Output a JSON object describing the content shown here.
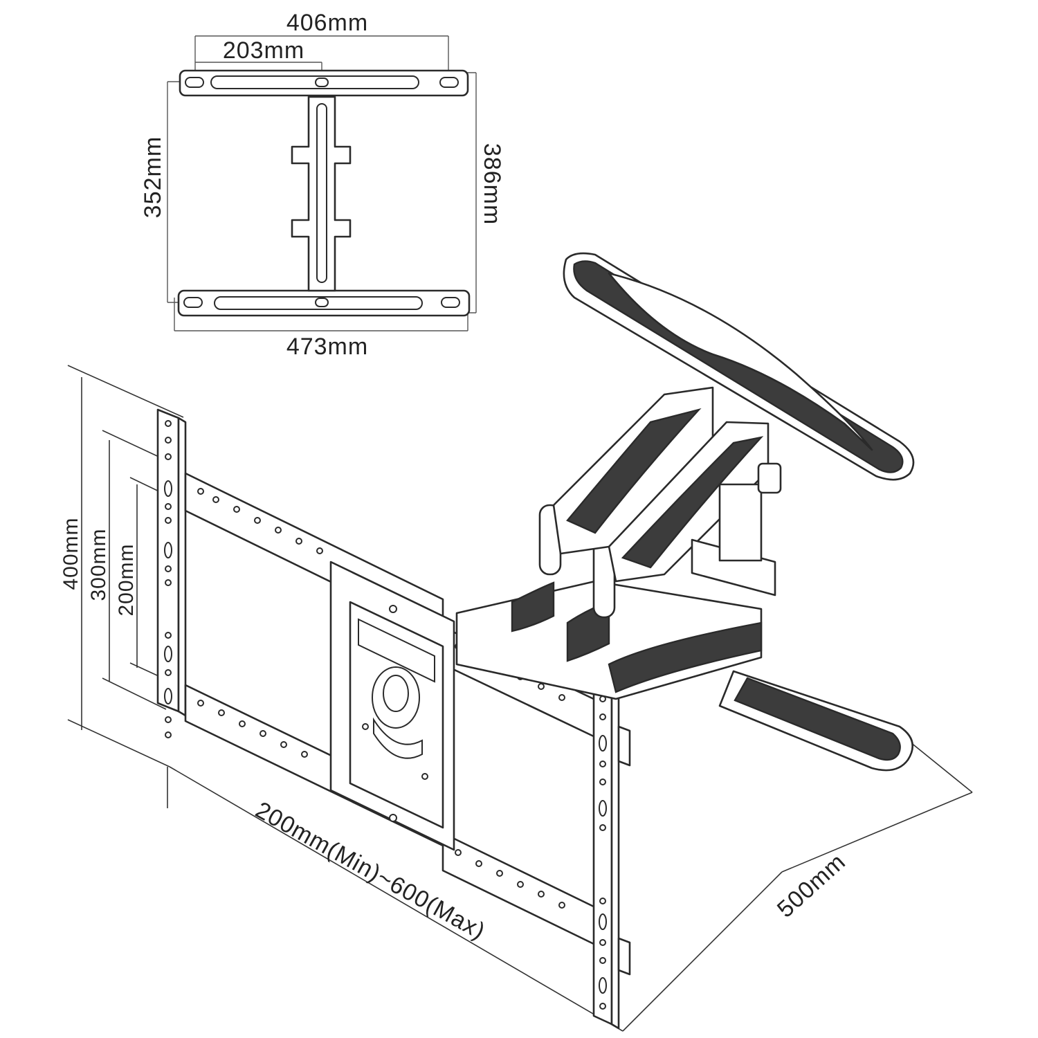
{
  "top_view": {
    "width_outer": "406mm",
    "width_inner": "203mm",
    "width_bottom": "473mm",
    "height_inner": "352mm",
    "height_outer": "386mm"
  },
  "wall_plate": {
    "h_400": "400mm",
    "h_300": "300mm",
    "h_200": "200mm",
    "spacing": "200mm(Min)~600(Max)"
  },
  "extension": {
    "depth": "500mm"
  }
}
